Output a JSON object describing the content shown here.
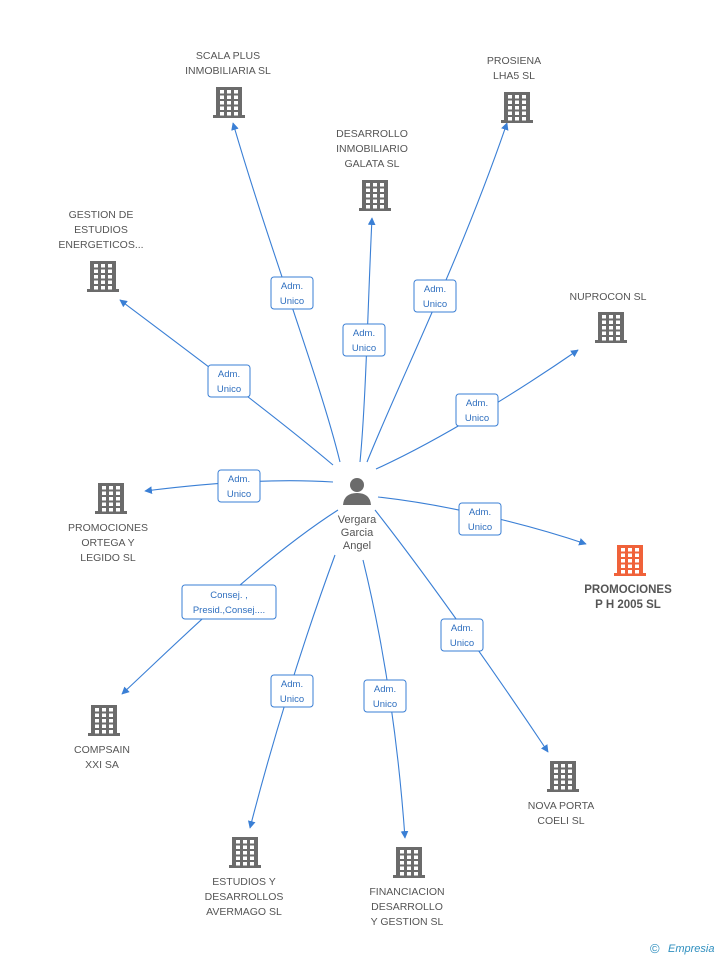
{
  "center": {
    "name_lines": [
      "Vergara",
      "Garcia",
      "Angel"
    ]
  },
  "companies": [
    {
      "id": "scala",
      "lines": [
        "SCALA PLUS",
        "INMOBILIARIA SL"
      ],
      "highlight": false
    },
    {
      "id": "prosiena",
      "lines": [
        "PROSIENA",
        "LHA5 SL"
      ],
      "highlight": false
    },
    {
      "id": "galata",
      "lines": [
        "DESARROLLO",
        "INMOBILIARIO",
        "GALATA SL"
      ],
      "highlight": false
    },
    {
      "id": "gestion",
      "lines": [
        "GESTION DE",
        "ESTUDIOS",
        "ENERGETICOS..."
      ],
      "highlight": false
    },
    {
      "id": "nuprocon",
      "lines": [
        "NUPROCON SL"
      ],
      "highlight": false
    },
    {
      "id": "ortega",
      "lines": [
        "PROMOCIONES",
        "ORTEGA Y",
        "LEGIDO SL"
      ],
      "highlight": false
    },
    {
      "id": "ph2005",
      "lines": [
        "PROMOCIONES",
        "P H 2005 SL"
      ],
      "highlight": true
    },
    {
      "id": "compspain",
      "lines": [
        "COMPSAIN",
        "XXI SA"
      ],
      "highlight": false
    },
    {
      "id": "novaporta",
      "lines": [
        "NOVA PORTA",
        "COELI SL"
      ],
      "highlight": false
    },
    {
      "id": "avermago",
      "lines": [
        "ESTUDIOS Y",
        "DESARROLLOS",
        "AVERMAGO SL"
      ],
      "highlight": false
    },
    {
      "id": "financiacion",
      "lines": [
        "FINANCIACION",
        "DESARROLLO",
        "Y GESTION SL"
      ],
      "highlight": false
    }
  ],
  "edges": [
    {
      "to": "scala",
      "label_lines": [
        "Adm.",
        "Unico"
      ]
    },
    {
      "to": "prosiena",
      "label_lines": [
        "Adm.",
        "Unico"
      ]
    },
    {
      "to": "galata",
      "label_lines": [
        "Adm.",
        "Unico"
      ]
    },
    {
      "to": "gestion",
      "label_lines": [
        "Adm.",
        "Unico"
      ]
    },
    {
      "to": "nuprocon",
      "label_lines": [
        "Adm.",
        "Unico"
      ]
    },
    {
      "to": "ortega",
      "label_lines": [
        "Adm.",
        "Unico"
      ]
    },
    {
      "to": "ph2005",
      "label_lines": [
        "Adm.",
        "Unico"
      ]
    },
    {
      "to": "compspain",
      "label_lines": [
        "Consej. ,",
        "Presid.,Consej...."
      ]
    },
    {
      "to": "novaporta",
      "label_lines": [
        "Adm.",
        "Unico"
      ]
    },
    {
      "to": "avermago",
      "label_lines": [
        "Adm.",
        "Unico"
      ]
    },
    {
      "to": "financiacion",
      "label_lines": [
        "Adm.",
        "Unico"
      ]
    }
  ],
  "colors": {
    "edge": "#3a7fd5",
    "building": "#6b6b6b",
    "building_highlight": "#f0623a",
    "person": "#6b6b6b"
  },
  "icons": {
    "company": "building-icon",
    "center": "person-icon",
    "brand": "copyright-icon"
  },
  "footer": {
    "copyright": "©",
    "brand": "Empresia"
  }
}
